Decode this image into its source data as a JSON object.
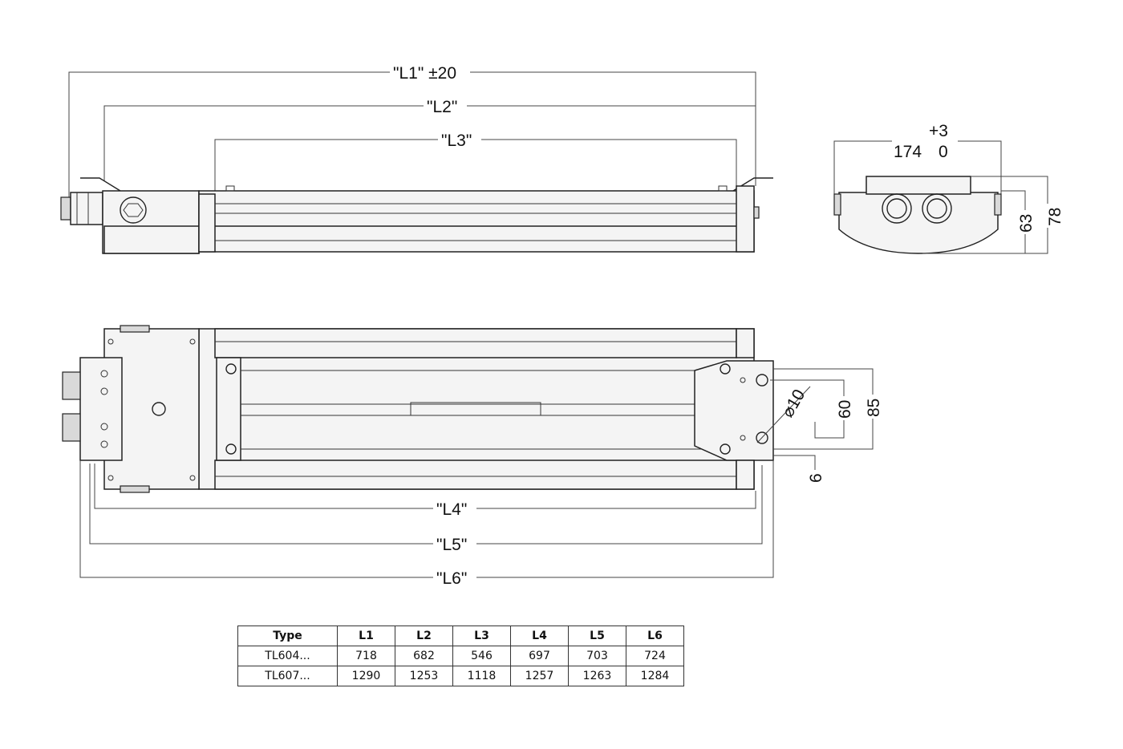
{
  "dimensions": {
    "side_view": {
      "l1": "\"L1\"",
      "l1_tolerance": "±20",
      "l2": "\"L2\"",
      "l3": "\"L3\""
    },
    "end_view": {
      "width": "174",
      "tol_upper": "+3",
      "tol_lower": "0",
      "height_63": "63",
      "height_78": "78"
    },
    "top_view": {
      "l4": "\"L4\"",
      "l5": "\"L5\"",
      "l6": "\"L6\"",
      "hole_diameter": "10",
      "hole_spacing_60": "60",
      "hole_spacing_85": "85",
      "edge_6": "6"
    }
  },
  "table": {
    "headers": [
      "Type",
      "L1",
      "L2",
      "L3",
      "L4",
      "L5",
      "L6"
    ],
    "rows": [
      [
        "TL604...",
        "718",
        "682",
        "546",
        "697",
        "703",
        "724"
      ],
      [
        "TL607...",
        "1290",
        "1253",
        "1118",
        "1257",
        "1263",
        "1284"
      ]
    ]
  }
}
